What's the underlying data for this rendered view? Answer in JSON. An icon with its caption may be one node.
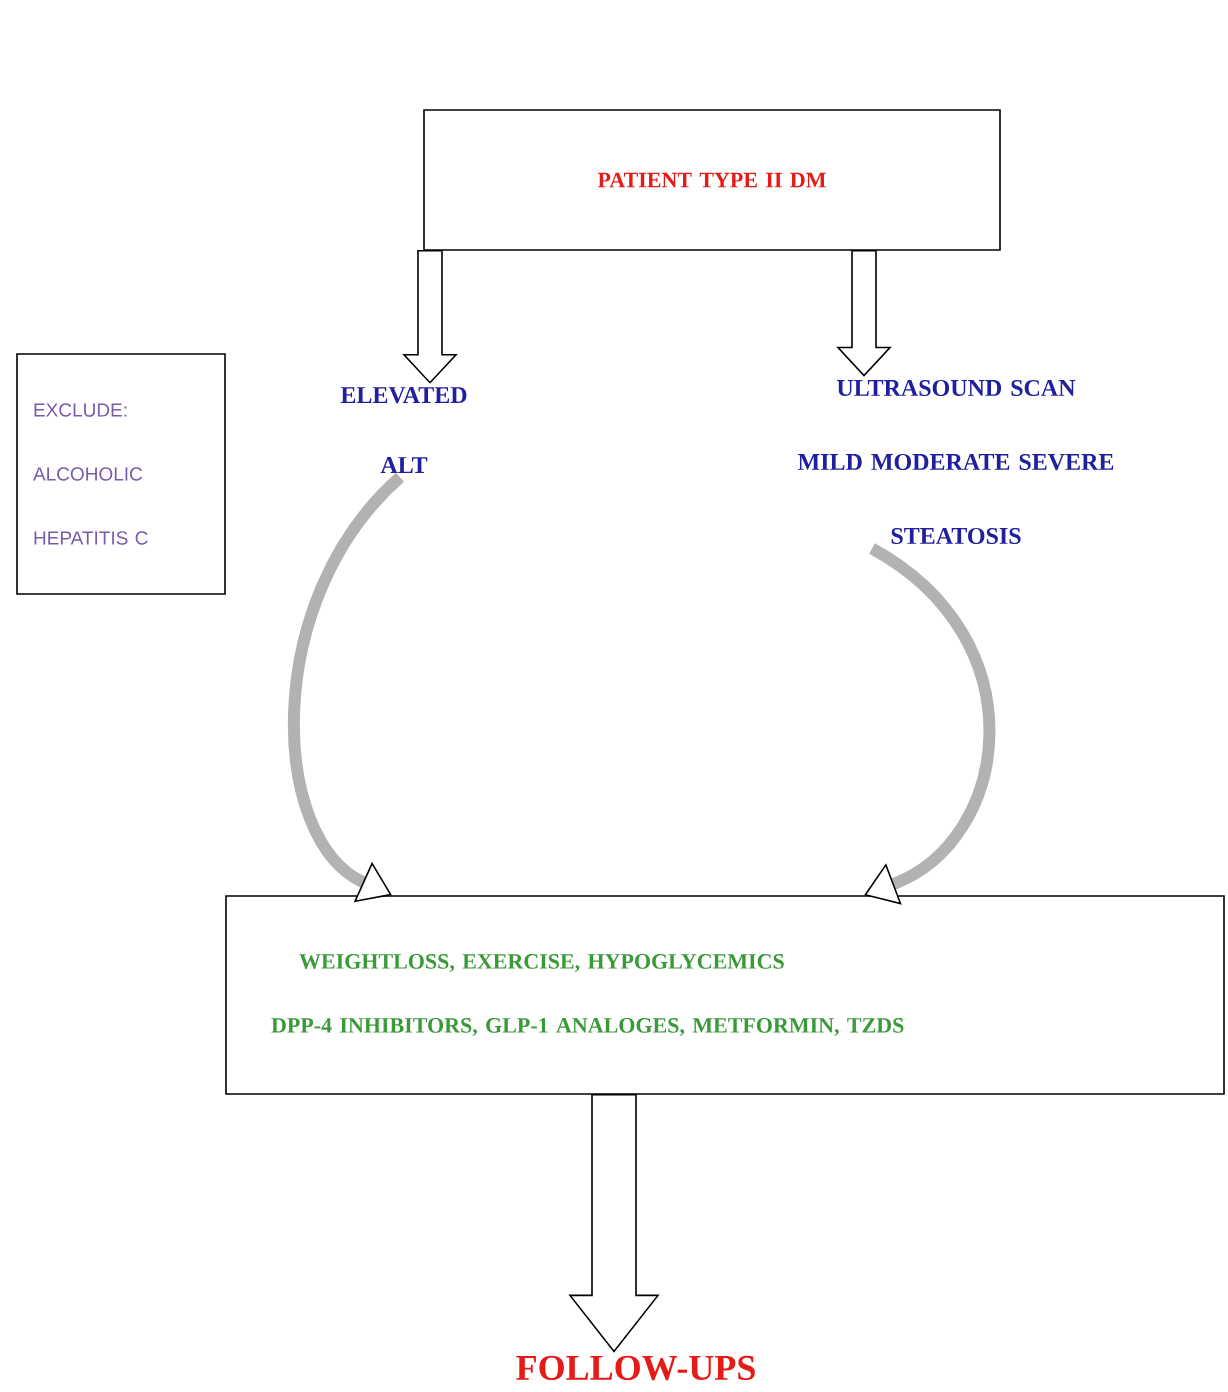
{
  "diagram": {
    "nodes": [
      {
        "text": [
          "PATIENT TYPE II DM"
        ]
      },
      {
        "text": [
          "ELEVATED ALT"
        ]
      },
      {
        "text": [
          "ULTRASOUND SCAN",
          "MILD MODERATE SEVERE",
          "STEATOSIS"
        ]
      },
      {
        "text": [
          "EXCLUDE:",
          "ALCOHOLIC",
          "HEPATITIS C"
        ]
      },
      {
        "text": [
          "WEIGHTLOSS, EXERCISE, HYPOGLYCEMICS",
          "DPP-4 INHIBITORS, GLP-1 ANALOGES, METFORMIN, TZDS"
        ]
      },
      {
        "text": [
          "FOLLOW-UPS"
        ]
      }
    ],
    "edges": [
      {
        "from": 0,
        "to": 1,
        "arrow": "to"
      },
      {
        "from": 0,
        "to": 2,
        "arrow": "to"
      },
      {
        "from": 1,
        "to": 4,
        "arrow": "to"
      },
      {
        "from": 2,
        "to": 4,
        "arrow": "to"
      },
      {
        "from": 4,
        "to": 5,
        "arrow": "to"
      }
    ]
  }
}
